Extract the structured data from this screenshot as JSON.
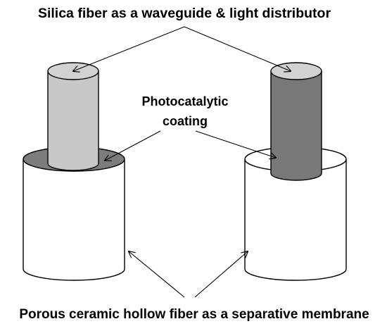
{
  "labels": {
    "top": "Silica fiber as a waveguide & light distributor",
    "middle_line1": "Photocatalytic",
    "middle_line2": "coating",
    "bottom": "Porous ceramic hollow fiber as a separative membrane"
  },
  "colors": {
    "background": "#ffffff",
    "outline": "#000000",
    "left_fiber": "#c8c8c8",
    "left_fiber_top": "#d2d2d2",
    "right_fiber": "#787878",
    "right_fiber_top": "#d2d2d2",
    "coating": "#7c7c7c",
    "hollow_fiber": "#ffffff"
  }
}
